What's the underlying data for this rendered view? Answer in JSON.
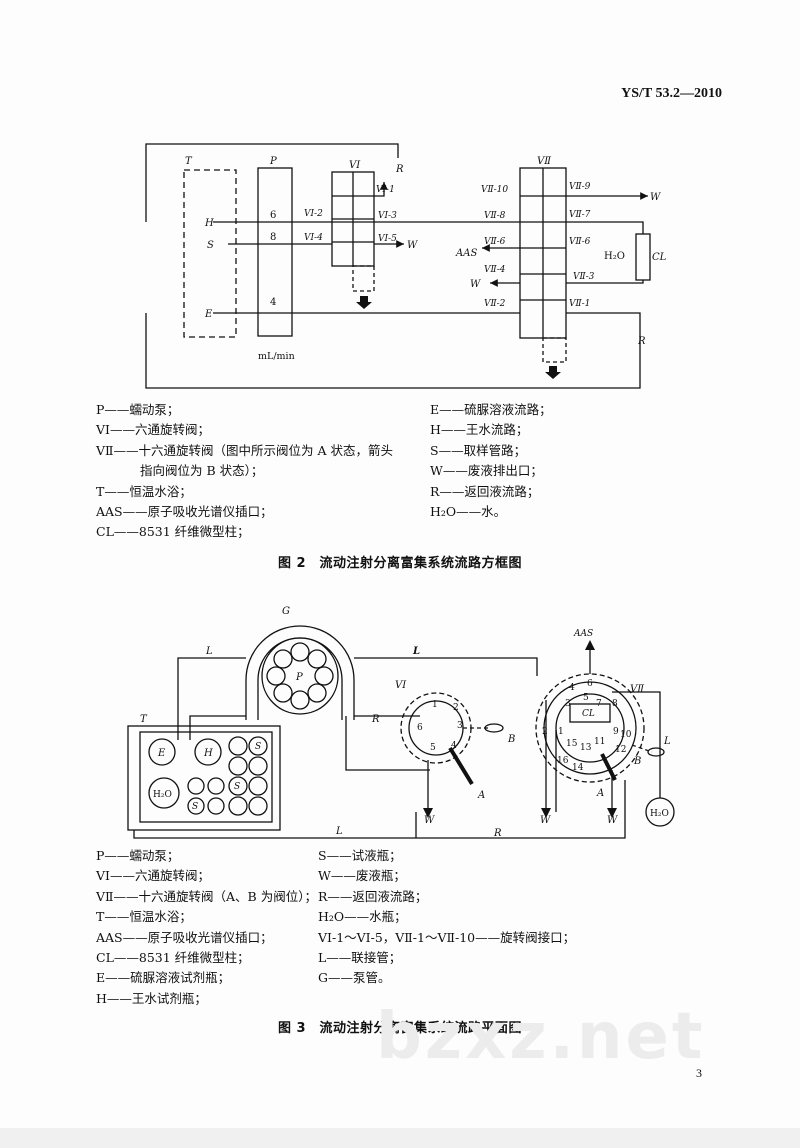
{
  "header": {
    "standard_number": "YS/T 53.2—2010"
  },
  "figure2": {
    "labels": {
      "T": "T",
      "P": "P",
      "V1": "VⅠ",
      "V2": "VⅡ",
      "R": "R",
      "H": "H",
      "S": "S",
      "E": "E",
      "W": "W",
      "AAS": "AAS",
      "CL": "CL",
      "H2O": "H₂O",
      "ch6": "6",
      "ch8": "8",
      "ch4": "4",
      "unit": "mL/min",
      "v1_1": "VⅠ-1",
      "v1_2": "VⅠ-2",
      "v1_3": "VⅠ-3",
      "v1_4": "VⅠ-4",
      "v1_5": "VⅠ-5",
      "v2_10": "VⅡ-10",
      "v2_9": "VⅡ-9",
      "v2_8": "VⅡ-8",
      "v2_7": "VⅡ-7",
      "v2_6": "VⅡ-6",
      "v2_6r": "VⅡ-6",
      "v2_4": "VⅡ-4",
      "v2_3": "VⅡ-3",
      "v2_2": "VⅡ-2",
      "v2_1": "VⅡ-1"
    },
    "legend_left": [
      "P——蠕动泵；",
      "VⅠ——六通旋转阀；",
      "VⅡ——十六通旋转阀（图中所示阀位为 A 状态，箭头",
      "指向阀位为 B 状态）；",
      "T——恒温水浴；",
      "AAS——原子吸收光谱仪插口；",
      "CL——8531 纤维微型柱；"
    ],
    "legend_right": [
      "E——硫脲溶液流路；",
      "H——王水流路；",
      "S——取样管路；",
      "W——废液排出口；",
      "R——返回液流路；",
      "H₂O——水。"
    ],
    "caption": "图 2　流动注射分离富集系统流路方框图"
  },
  "figure3": {
    "labels": {
      "G": "G",
      "L": "L",
      "L2": "L",
      "P": "P",
      "T": "T",
      "E": "E",
      "H": "H",
      "S": "S",
      "H2O": "H₂O",
      "R": "R",
      "V1": "VⅠ",
      "V2": "VⅡ",
      "A": "A",
      "B": "B",
      "AAS": "AAS",
      "CL": "CL",
      "W": "W",
      "p1": "1",
      "p2": "2",
      "p3": "3",
      "p4": "4",
      "p5": "5",
      "p6": "6",
      "q1": "1",
      "q2": "2",
      "q3": "3",
      "q4": "4",
      "q5": "5",
      "q6": "6",
      "q7": "7",
      "q8": "8",
      "q9": "9",
      "q10": "10",
      "q11": "11",
      "q12": "12",
      "q13": "13",
      "q14": "14",
      "q15": "15",
      "q16": "16"
    },
    "legend_left": [
      "P——蠕动泵；",
      "VⅠ——六通旋转阀；",
      "VⅡ——十六通旋转阀（A、B 为阀位）；",
      "T——恒温水浴；",
      "AAS——原子吸收光谱仪插口；",
      "CL——8531 纤维微型柱；",
      "E——硫脲溶液试剂瓶；",
      "H——王水试剂瓶；"
    ],
    "legend_right": [
      "S——试液瓶；",
      "W——废液瓶；",
      "R——返回液流路；",
      "H₂O——水瓶；",
      "VⅠ-1～VⅠ-5，VⅡ-1～VⅡ-10——旋转阀接口；",
      "L——联接管；",
      "G——泵管。"
    ],
    "caption": "图 3　流动注射分离富集系统流路平面图"
  },
  "footer": {
    "page_number": "3",
    "watermark": "bzxz.net"
  }
}
